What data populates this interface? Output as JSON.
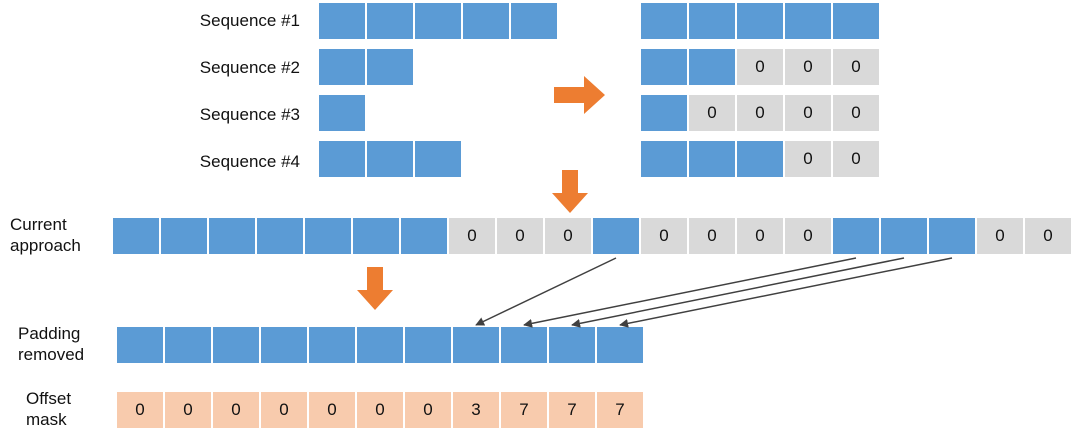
{
  "labels": {
    "seq1": "Sequence #1",
    "seq2": "Sequence #2",
    "seq3": "Sequence #3",
    "seq4": "Sequence #4",
    "current_line1": "Current",
    "current_line2": "approach",
    "removed_line1": "Padding",
    "removed_line2": "removed",
    "offset_line1": "Offset",
    "offset_line2": "mask"
  },
  "colors": {
    "data_cell": "#5b9bd5",
    "padding_cell": "#d9d9d9",
    "offset_cell": "#f8cbad",
    "arrow": "#ed7d31",
    "connector": "#404040"
  },
  "sequences": [
    {
      "name": "Sequence #1",
      "length": 5
    },
    {
      "name": "Sequence #2",
      "length": 2
    },
    {
      "name": "Sequence #3",
      "length": 1
    },
    {
      "name": "Sequence #4",
      "length": 3
    }
  ],
  "padded_rows": [
    [
      "",
      "",
      "",
      "",
      ""
    ],
    [
      "",
      "",
      "0",
      "0",
      "0"
    ],
    [
      "",
      "0",
      "0",
      "0",
      "0"
    ],
    [
      "",
      "",
      "",
      "0",
      "0"
    ]
  ],
  "current_approach": [
    "",
    "",
    "",
    "",
    "",
    "",
    "",
    "0",
    "0",
    "0",
    "",
    "0",
    "0",
    "0",
    "0",
    "",
    "",
    "",
    "0",
    "0"
  ],
  "padding_removed_count": 11,
  "offset_mask": [
    "0",
    "0",
    "0",
    "0",
    "0",
    "0",
    "0",
    "3",
    "7",
    "7",
    "7"
  ],
  "connector_map": [
    {
      "from_current_index": 10,
      "to_removed_index": 7
    },
    {
      "from_current_index": 15,
      "to_removed_index": 8
    },
    {
      "from_current_index": 16,
      "to_removed_index": 9
    },
    {
      "from_current_index": 17,
      "to_removed_index": 10
    }
  ]
}
